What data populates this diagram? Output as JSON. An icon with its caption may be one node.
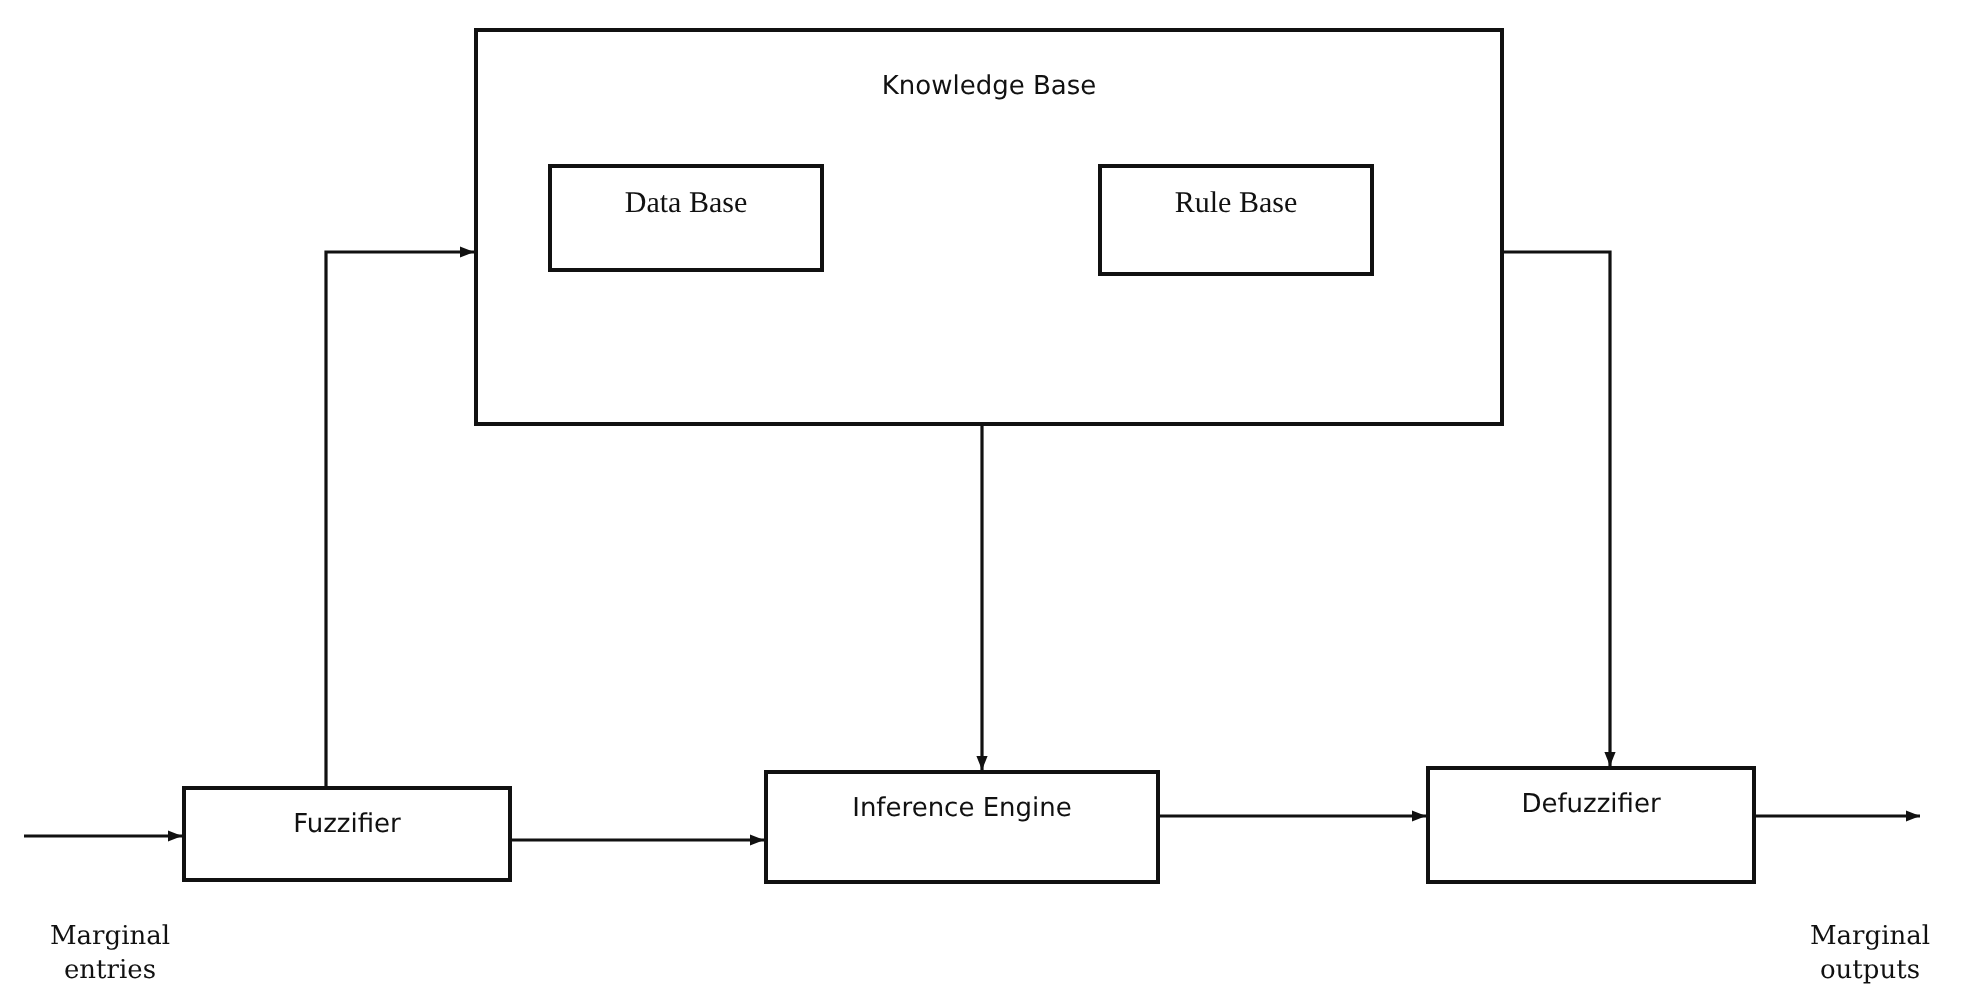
{
  "diagram": {
    "nodes": [
      {
        "text": [
          "Knowledge Base"
        ]
      },
      {
        "text": [
          "Data Base"
        ],
        "in": 0
      },
      {
        "text": [
          "Rule Base"
        ],
        "in": 0
      },
      {
        "text": [
          "Fuzzifier"
        ]
      },
      {
        "text": [
          "Inference Engine"
        ]
      },
      {
        "text": [
          "Defuzzifier"
        ]
      }
    ],
    "edges": [
      {
        "from": null,
        "to": 3,
        "arrow": "to"
      },
      {
        "from": 3,
        "to": 0,
        "arrow": "to"
      },
      {
        "from": 3,
        "to": 4,
        "arrow": "to"
      },
      {
        "from": 0,
        "to": 4,
        "arrow": "to"
      },
      {
        "from": 4,
        "to": 5,
        "arrow": "to"
      },
      {
        "from": 0,
        "to": 5,
        "arrow": "to"
      },
      {
        "from": 5,
        "to": null,
        "arrow": "to"
      }
    ],
    "labels": [
      "Marginal entries",
      "Marginal outputs"
    ]
  }
}
